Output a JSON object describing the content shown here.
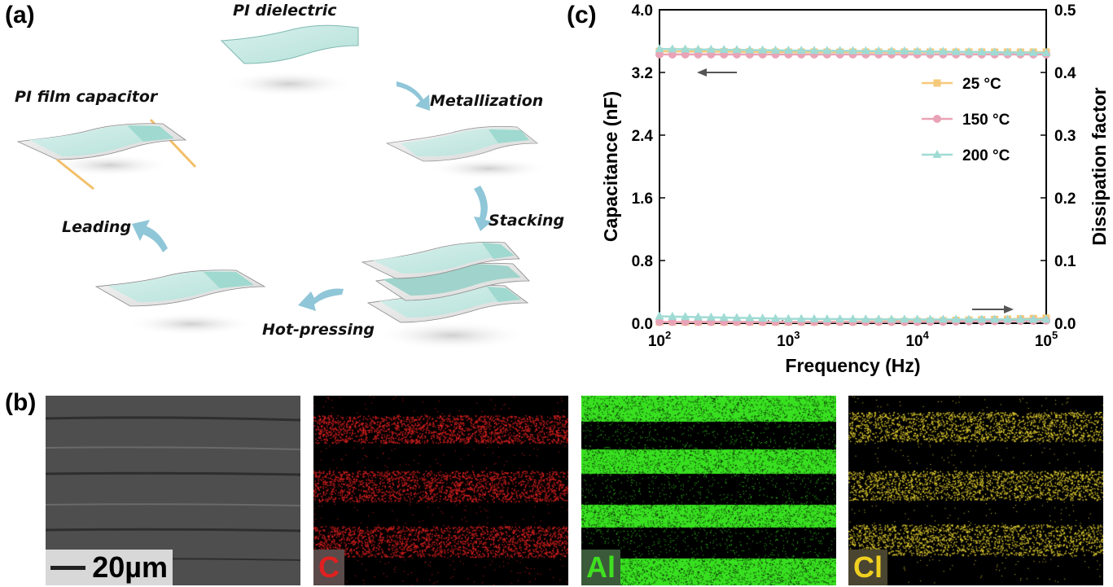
{
  "panels": {
    "a": {
      "letter": "(a)"
    },
    "b": {
      "letter": "(b)"
    },
    "c": {
      "letter": "(c)"
    }
  },
  "process_steps": {
    "dielectric": "PI dielectric",
    "metallization": "Metallization",
    "stacking": "Stacking",
    "hot_pressing": "Hot-pressing",
    "leading": "Leading",
    "capacitor": "PI film capacitor"
  },
  "colors": {
    "film": "#bfe6e0",
    "film_edge": "#9ccfc6",
    "metal": "#e6e6e6",
    "arrow": "#8fc6d8",
    "lead": "#f2bf6a",
    "series_25": "#f5c97a",
    "series_150": "#e9a3b6",
    "series_200": "#9fdbd4",
    "map_C": "#ff2020",
    "map_Al": "#30e020",
    "map_Cl": "#f0e040"
  },
  "micrographs": {
    "sem": {
      "label": "20µm"
    },
    "C": {
      "label": "C"
    },
    "Al": {
      "label": "Al"
    },
    "Cl": {
      "label": "Cl"
    }
  },
  "chart_data": {
    "type": "line",
    "xlabel": "Frequency (Hz)",
    "ylabel_left": "Capacitance (nF)",
    "ylabel_right": "Dissipation factor",
    "x_scale": "log",
    "xlim": [
      100,
      100000
    ],
    "x_ticks": [
      "10^2",
      "10^3",
      "10^4",
      "10^5"
    ],
    "ylim_left": [
      0.0,
      4.0
    ],
    "ylim_right": [
      0.0,
      0.5
    ],
    "y_ticks_left": [
      "0.0",
      "0.8",
      "1.6",
      "2.4",
      "3.2",
      "4.0"
    ],
    "y_ticks_right": [
      "0.0",
      "0.1",
      "0.2",
      "0.3",
      "0.4",
      "0.5"
    ],
    "legend_position": "upper-right",
    "series": [
      {
        "name": "25 °C",
        "marker": "square",
        "color": "#f5c97a",
        "capacitance_nF": {
          "x": [
            100,
            1000,
            10000,
            100000
          ],
          "y": [
            3.47,
            3.46,
            3.46,
            3.46
          ]
        },
        "dissipation_factor": {
          "x": [
            100,
            1000,
            10000,
            100000
          ],
          "y": [
            0.002,
            0.002,
            0.003,
            0.008
          ]
        }
      },
      {
        "name": "150 °C",
        "marker": "circle",
        "color": "#e9a3b6",
        "capacitance_nF": {
          "x": [
            100,
            1000,
            10000,
            100000
          ],
          "y": [
            3.43,
            3.43,
            3.43,
            3.43
          ]
        },
        "dissipation_factor": {
          "x": [
            100,
            1000,
            10000,
            100000
          ],
          "y": [
            0.002,
            0.002,
            0.002,
            0.004
          ]
        }
      },
      {
        "name": "200 °C",
        "marker": "triangle",
        "color": "#9fdbd4",
        "capacitance_nF": {
          "x": [
            100,
            1000,
            10000,
            100000
          ],
          "y": [
            3.5,
            3.48,
            3.47,
            3.45
          ]
        },
        "dissipation_factor": {
          "x": [
            100,
            1000,
            10000,
            100000
          ],
          "y": [
            0.011,
            0.007,
            0.006,
            0.006
          ]
        }
      }
    ]
  }
}
